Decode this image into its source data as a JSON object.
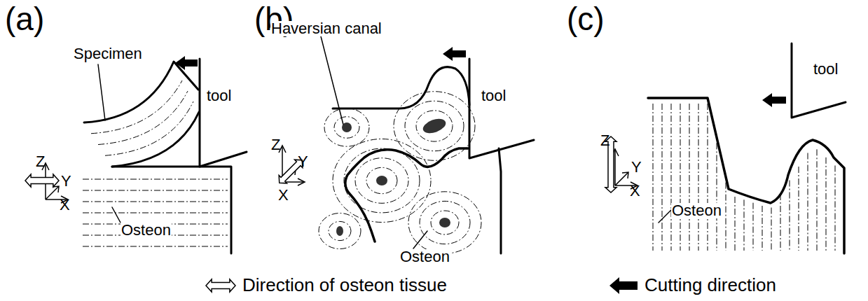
{
  "diagram": {
    "labels": [
      "(a)",
      "(b)",
      "(c)",
      "Specimen",
      "tool",
      "Z",
      "Y",
      "X",
      "Osteon",
      "Haversian canal",
      "tool",
      "Z",
      "Y",
      "X",
      "Osteon",
      "tool",
      "Z",
      "Y",
      "X",
      "Osteon"
    ],
    "legend": [
      {
        "text": "Direction of osteon tissue"
      },
      {
        "text": "Cutting direction"
      }
    ]
  }
}
